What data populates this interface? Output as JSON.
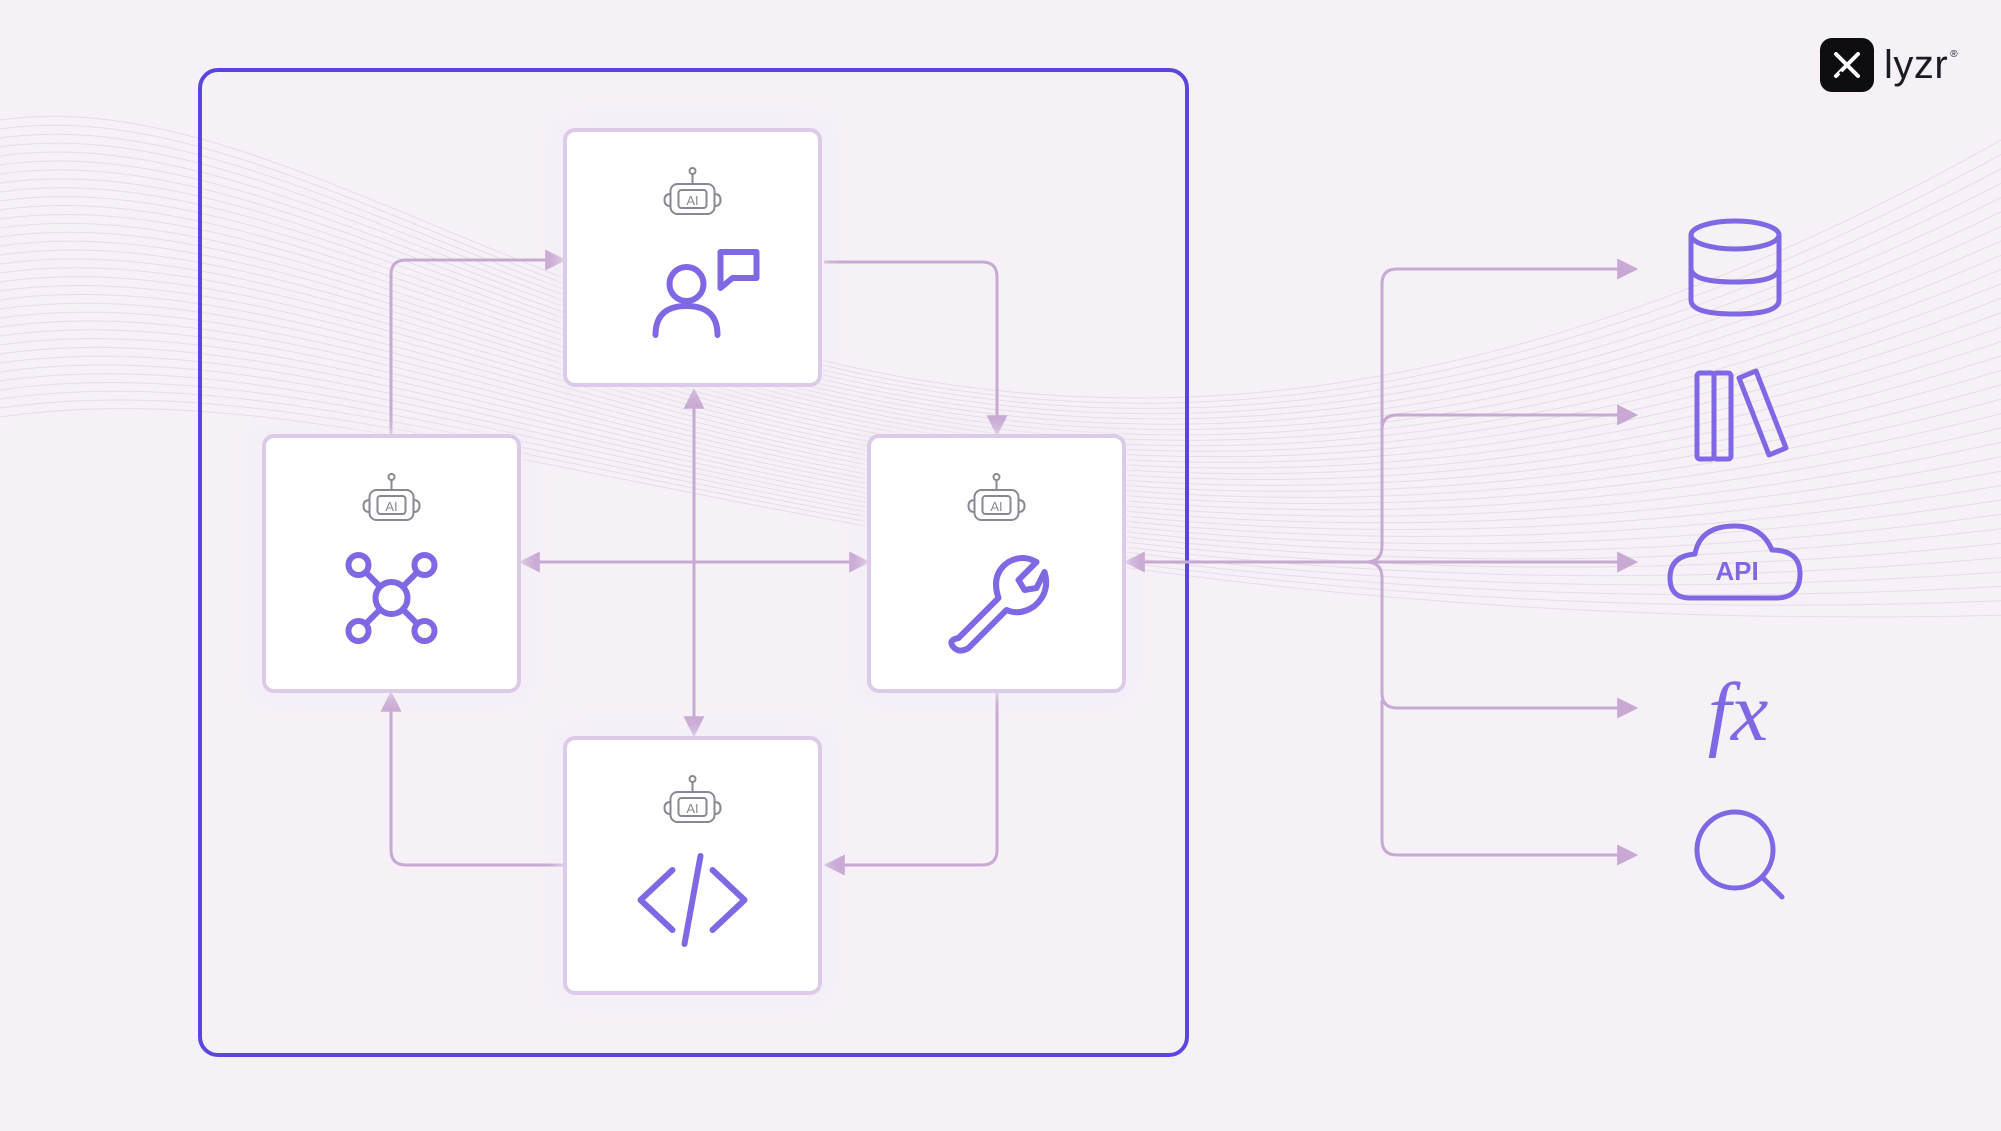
{
  "brand": {
    "name": "lyzr",
    "registered_mark": "®"
  },
  "agents": [
    {
      "id": "conversation",
      "badge": "AI",
      "icon": "person-chat-icon"
    },
    {
      "id": "orchestrator",
      "badge": "AI",
      "icon": "network-hub-icon"
    },
    {
      "id": "tools",
      "badge": "AI",
      "icon": "wrench-icon"
    },
    {
      "id": "code",
      "badge": "AI",
      "icon": "code-brackets-icon"
    }
  ],
  "resources": [
    {
      "id": "database",
      "icon": "database-icon",
      "label": ""
    },
    {
      "id": "library",
      "icon": "books-icon",
      "label": ""
    },
    {
      "id": "api",
      "icon": "cloud-api-icon",
      "label": "API"
    },
    {
      "id": "function",
      "icon": "function-fx-icon",
      "label": "fx"
    },
    {
      "id": "search",
      "icon": "search-icon",
      "label": ""
    }
  ],
  "colors": {
    "frame": "#5b45e0",
    "connector": "#c8a9d3",
    "icon": "#8067e3",
    "robot": "#8a8794",
    "card_border": "#dccbe8",
    "background": "#f6f1f7"
  }
}
